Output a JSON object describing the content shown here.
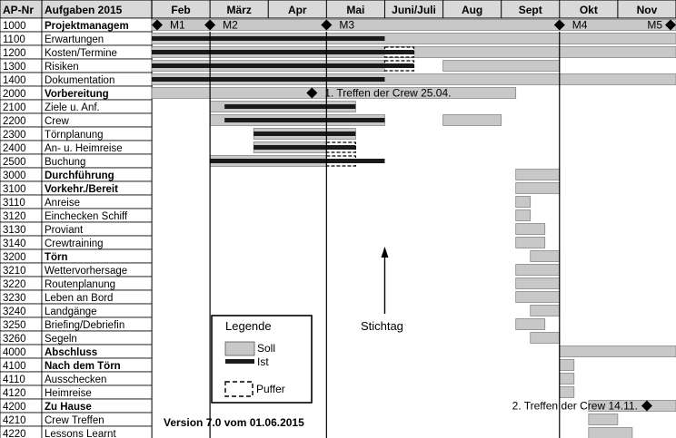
{
  "header": {
    "ap_nr": "AP-Nr",
    "aufgaben": "Aufgaben 2015"
  },
  "months": [
    "Feb",
    "März",
    "Apr",
    "Mai",
    "Juni/Juli",
    "Aug",
    "Sept",
    "Okt",
    "Nov"
  ],
  "colors": {
    "soll": "#c8c8c8",
    "ist": "#1a1a1a",
    "grid": "#000000",
    "header_fill": "#d9d9d9"
  },
  "rows": [
    {
      "id": "1000",
      "name": "Projektmanagem",
      "bold": true,
      "soll": [
        [
          0.0,
          9.0
        ]
      ],
      "ist": [],
      "puffer": []
    },
    {
      "id": "1100",
      "name": "Erwartungen",
      "bold": false,
      "soll": [
        [
          0.0,
          9.0
        ]
      ],
      "ist": [
        [
          0.0,
          4.0
        ]
      ],
      "puffer": []
    },
    {
      "id": "1200",
      "name": "Kosten/Termine",
      "bold": false,
      "soll": [
        [
          0.0,
          9.0
        ]
      ],
      "ist": [
        [
          0.0,
          4.5
        ]
      ],
      "puffer": [
        [
          4.0,
          4.5
        ]
      ]
    },
    {
      "id": "1300",
      "name": "Risiken",
      "bold": false,
      "soll": [
        [
          0.0,
          4.0
        ],
        [
          5.0,
          7.0
        ]
      ],
      "ist": [
        [
          0.0,
          4.5
        ]
      ],
      "puffer": [
        [
          4.0,
          4.5
        ]
      ]
    },
    {
      "id": "1400",
      "name": "Dokumentation",
      "bold": false,
      "soll": [
        [
          0.0,
          9.0
        ]
      ],
      "ist": [
        [
          0.0,
          4.0
        ]
      ],
      "puffer": []
    },
    {
      "id": "2000",
      "name": "Vorbereitung",
      "bold": true,
      "soll": [
        [
          0.0,
          6.25
        ]
      ],
      "ist": [],
      "puffer": []
    },
    {
      "id": "2100",
      "name": "Ziele u. Anf.",
      "bold": false,
      "soll": [
        [
          1.0,
          3.5
        ]
      ],
      "ist": [
        [
          1.25,
          3.5
        ]
      ],
      "puffer": []
    },
    {
      "id": "2200",
      "name": "Crew",
      "bold": false,
      "soll": [
        [
          1.0,
          4.0
        ],
        [
          5.0,
          6.0
        ]
      ],
      "ist": [
        [
          1.25,
          4.0
        ]
      ],
      "puffer": []
    },
    {
      "id": "2300",
      "name": "Törnplanung",
      "bold": false,
      "soll": [
        [
          1.75,
          3.5
        ]
      ],
      "ist": [
        [
          1.75,
          3.5
        ]
      ],
      "puffer": []
    },
    {
      "id": "2400",
      "name": "An- u. Heimreise",
      "bold": false,
      "soll": [
        [
          1.75,
          3.0
        ]
      ],
      "ist": [
        [
          1.75,
          3.5
        ]
      ],
      "puffer": [
        [
          3.0,
          3.5
        ]
      ]
    },
    {
      "id": "2500",
      "name": "Buchung",
      "bold": false,
      "soll": [
        [
          1.0,
          3.0
        ]
      ],
      "ist": [
        [
          1.0,
          4.0
        ]
      ],
      "puffer": [
        [
          3.0,
          3.5
        ]
      ]
    },
    {
      "id": "3000",
      "name": "Durchführung",
      "bold": true,
      "soll": [
        [
          6.25,
          7.0
        ]
      ],
      "ist": [],
      "puffer": []
    },
    {
      "id": "3100",
      "name": "Vorkehr./Bereit",
      "bold": true,
      "soll": [
        [
          6.25,
          7.0
        ]
      ],
      "ist": [],
      "puffer": []
    },
    {
      "id": "3110",
      "name": "Anreise",
      "bold": false,
      "soll": [
        [
          6.25,
          6.5
        ]
      ],
      "ist": [],
      "puffer": []
    },
    {
      "id": "3120",
      "name": "Einchecken Schiff",
      "bold": false,
      "soll": [
        [
          6.25,
          6.5
        ]
      ],
      "ist": [],
      "puffer": []
    },
    {
      "id": "3130",
      "name": "Proviant",
      "bold": false,
      "soll": [
        [
          6.25,
          6.75
        ]
      ],
      "ist": [],
      "puffer": []
    },
    {
      "id": "3140",
      "name": "Crewtraining",
      "bold": false,
      "soll": [
        [
          6.25,
          6.75
        ]
      ],
      "ist": [],
      "puffer": []
    },
    {
      "id": "3200",
      "name": "Törn",
      "bold": true,
      "soll": [
        [
          6.5,
          7.0
        ]
      ],
      "ist": [],
      "puffer": []
    },
    {
      "id": "3210",
      "name": "Wettervorhersage",
      "bold": false,
      "soll": [
        [
          6.25,
          7.0
        ]
      ],
      "ist": [],
      "puffer": []
    },
    {
      "id": "3220",
      "name": "Routenplanung",
      "bold": false,
      "soll": [
        [
          6.25,
          7.0
        ]
      ],
      "ist": [],
      "puffer": []
    },
    {
      "id": "3230",
      "name": "Leben an Bord",
      "bold": false,
      "soll": [
        [
          6.25,
          7.0
        ]
      ],
      "ist": [],
      "puffer": []
    },
    {
      "id": "3240",
      "name": "Landgänge",
      "bold": false,
      "soll": [
        [
          6.5,
          7.0
        ]
      ],
      "ist": [],
      "puffer": []
    },
    {
      "id": "3250",
      "name": "Briefing/Debriefin",
      "bold": false,
      "soll": [
        [
          6.25,
          6.75
        ]
      ],
      "ist": [],
      "puffer": []
    },
    {
      "id": "3260",
      "name": "Segeln",
      "bold": false,
      "soll": [
        [
          6.5,
          7.0
        ]
      ],
      "ist": [],
      "puffer": []
    },
    {
      "id": "4000",
      "name": "Abschluss",
      "bold": true,
      "soll": [
        [
          7.0,
          9.0
        ]
      ],
      "ist": [],
      "puffer": []
    },
    {
      "id": "4100",
      "name": "Nach dem Törn",
      "bold": true,
      "soll": [
        [
          7.0,
          7.25
        ]
      ],
      "ist": [],
      "puffer": []
    },
    {
      "id": "4110",
      "name": "Ausschecken",
      "bold": false,
      "soll": [
        [
          7.0,
          7.25
        ]
      ],
      "ist": [],
      "puffer": []
    },
    {
      "id": "4120",
      "name": "Heimreise",
      "bold": false,
      "soll": [
        [
          7.0,
          7.25
        ]
      ],
      "ist": [],
      "puffer": []
    },
    {
      "id": "4200",
      "name": "Zu Hause",
      "bold": true,
      "soll": [
        [
          7.5,
          9.0
        ]
      ],
      "ist": [],
      "puffer": []
    },
    {
      "id": "4210",
      "name": "Crew Treffen",
      "bold": false,
      "soll": [
        [
          7.5,
          8.0
        ]
      ],
      "ist": [],
      "puffer": []
    },
    {
      "id": "4220",
      "name": "Lessons Learnt",
      "bold": false,
      "soll": [
        [
          7.5,
          8.25
        ]
      ],
      "ist": [],
      "puffer": []
    }
  ],
  "milestones": [
    {
      "label": "M1",
      "row": 0,
      "month": 0.0
    },
    {
      "label": "M2",
      "row": 0,
      "month": 1.0
    },
    {
      "label": "M3",
      "row": 0,
      "month": 3.0
    },
    {
      "label": "M4",
      "row": 0,
      "month": 7.0
    },
    {
      "label": "M5",
      "row": 0,
      "month": 9.0
    },
    {
      "label": "1. Treffen der Crew 25.04.",
      "row": 5,
      "month": 2.75
    },
    {
      "label": "2. Treffen der Crew 14.11.",
      "row": 28,
      "month": 8.5
    }
  ],
  "vlines": [
    1.0,
    3.0,
    7.0
  ],
  "stichtag": {
    "label": "Stichtag",
    "month": 4.0
  },
  "legend": {
    "title": "Legende",
    "soll": "Soll",
    "ist": "Ist",
    "puffer": "Puffer"
  },
  "version": "Version 7.0 vom 01.06.2015"
}
